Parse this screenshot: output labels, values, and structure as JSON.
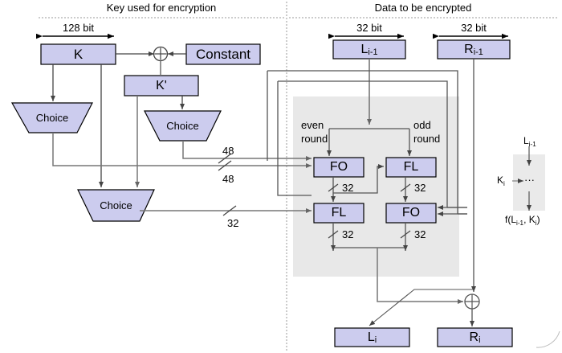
{
  "diagram": {
    "title_left": "Key used for encryption",
    "title_right": "Data to be encrypted",
    "colors": {
      "box_fill": "#ccccee",
      "box_stroke": "#000000",
      "region_fill": "#e8e8e8",
      "wire_dark": "#000000",
      "wire_gray": "#666666",
      "divider": "#999999",
      "background": "#ffffff"
    }
  },
  "key_side": {
    "width_label": "128 bit",
    "key_box": "K",
    "constant_box": "Constant",
    "kprime_box": "K'",
    "xor_symbol": "⊕",
    "choice_1": "Choice",
    "choice_2": "Choice",
    "choice_3": "Choice",
    "bus_48_a": "48",
    "bus_48_b": "48",
    "bus_32": "32"
  },
  "data_side": {
    "width_label_left": "32 bit",
    "width_label_right": "32 bit",
    "left_in": "L",
    "left_in_sub": "i-1",
    "right_in": "R",
    "right_in_sub": "i-1",
    "even_round_l1": "even",
    "even_round_l2": "round",
    "odd_round_l1": "odd",
    "odd_round_l2": "round",
    "fo_even": "FO",
    "fl_odd": "FL",
    "fl_even": "FL",
    "fo_odd": "FO",
    "bus_fo_even": "32",
    "bus_fl_odd": "32",
    "bus_fl_even": "32",
    "bus_fo_odd": "32",
    "xor_symbol": "⊕",
    "left_out": "L",
    "left_out_sub": "i",
    "right_out": "R",
    "right_out_sub": "i"
  },
  "legend": {
    "input_label": "L",
    "input_sub": "i-1",
    "key_label": "K",
    "key_sub": "i",
    "body": "···",
    "output_label": "f(L",
    "output_sub1": "i-1",
    "output_mid": ", K",
    "output_sub2": "i",
    "output_end": ")"
  }
}
